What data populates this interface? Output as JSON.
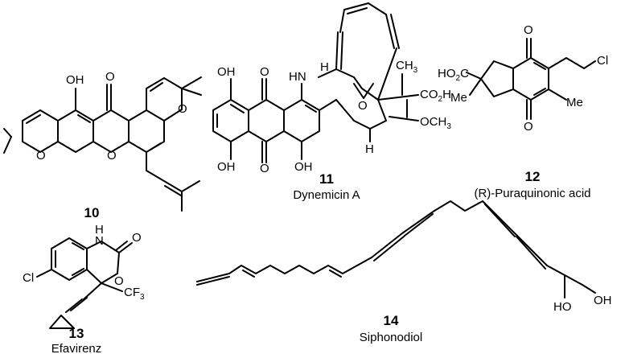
{
  "compounds": [
    {
      "number": "10",
      "name": "",
      "atoms": {
        "oh": "OH",
        "o_carbonyl": "O",
        "o_ring_left": "O",
        "o_ring_mid": "O",
        "o_ring_right": "O"
      }
    },
    {
      "number": "11",
      "name": "Dynemicin A",
      "atoms": {
        "oh_top": "OH",
        "oh_bottom": "OH",
        "oh_right": "OH",
        "o_top": "O",
        "o_bottom": "O",
        "hn": "HN",
        "h_top": "H",
        "h_bottom": "H",
        "epoxide_o": "O",
        "ch3": "CH",
        "ch3_sub": "3",
        "co2h_a": "CO",
        "co2h_sub": "2",
        "co2h_b": "H",
        "och3": "OCH",
        "och3_sub": "3"
      }
    },
    {
      "number": "12",
      "name": "(R)-Puraquinonic acid",
      "atoms": {
        "o_top": "O",
        "o_bottom": "O",
        "ho2c_a": "HO",
        "ho2c_sub": "2",
        "ho2c_b": "C",
        "me_left": "Me",
        "me_right": "Me",
        "cl": "Cl"
      }
    },
    {
      "number": "13",
      "name": "Efavirenz",
      "atoms": {
        "h": "H",
        "n": "N",
        "o_carbonyl": "O",
        "o_ring": "O",
        "cl": "Cl",
        "cf3": "CF",
        "cf3_sub": "3"
      }
    },
    {
      "number": "14",
      "name": "Siphonodiol",
      "atoms": {
        "ho": "HO",
        "oh": "OH"
      }
    }
  ]
}
